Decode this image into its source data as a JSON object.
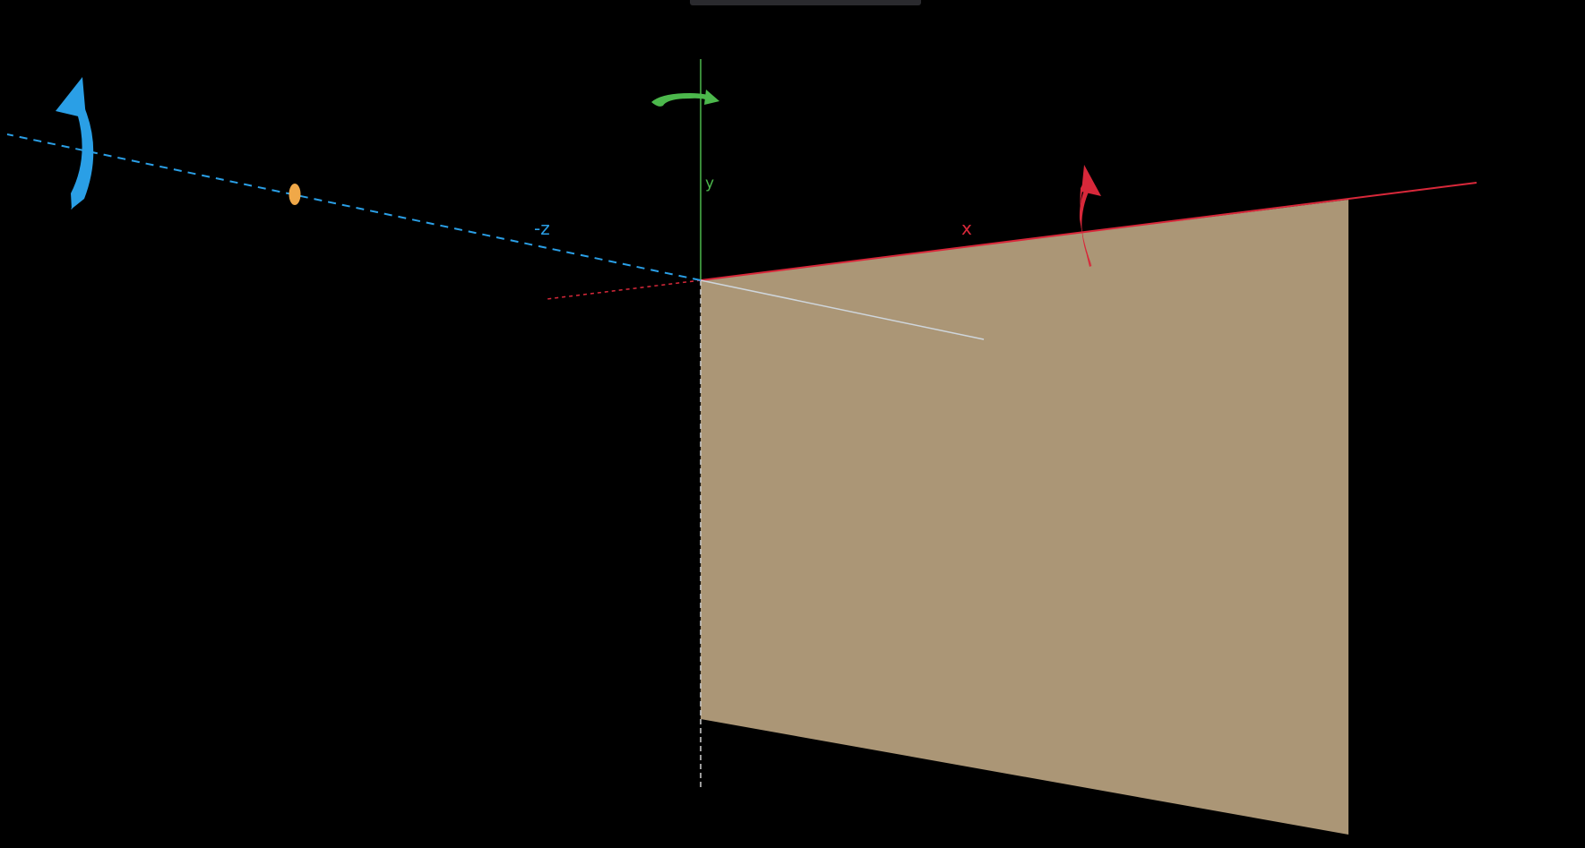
{
  "viewport": {
    "background": "#000000",
    "panel_color": "#ab9676"
  },
  "axes": {
    "x": {
      "label": "x",
      "color": "#d8283a",
      "rotate_icon": "rotate-x-icon"
    },
    "y": {
      "label": "y",
      "color": "#4cb84c",
      "rotate_icon": "rotate-y-icon"
    },
    "neg_z": {
      "label": "-z",
      "color": "#2a9fe6",
      "rotate_icon": "rotate-z-icon"
    }
  },
  "handles": {
    "camera_point_color": "#f0a848",
    "top_handle_icon": "drag-handle-icon"
  }
}
